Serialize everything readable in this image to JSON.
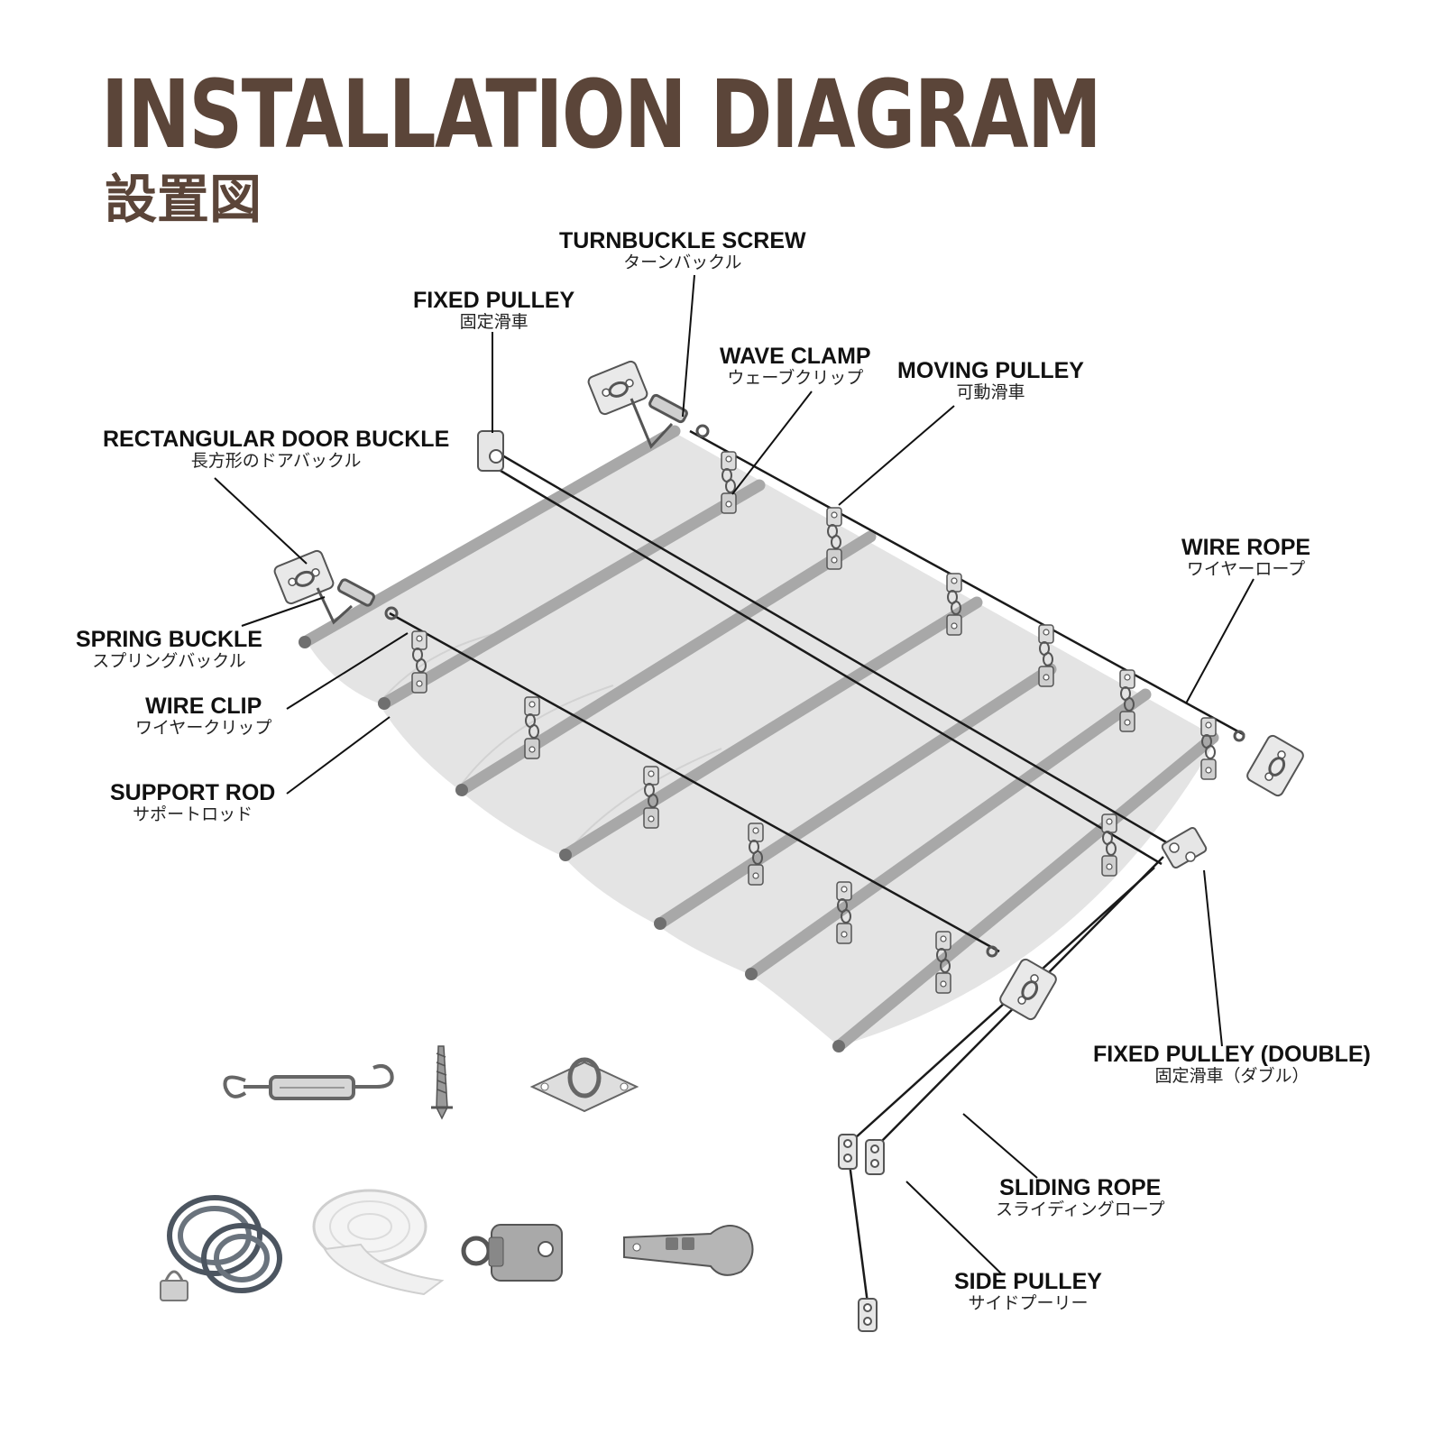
{
  "title": "INSTALLATION DIAGRAM",
  "subtitle": "設置図",
  "labels": {
    "turnbuckle_screw": {
      "en": "TURNBUCKLE SCREW",
      "jp": "ターンバックル"
    },
    "fixed_pulley": {
      "en": "FIXED PULLEY",
      "jp": "固定滑車"
    },
    "wave_clamp": {
      "en": "WAVE CLAMP",
      "jp": "ウェーブクリップ"
    },
    "moving_pulley": {
      "en": "MOVING PULLEY",
      "jp": "可動滑車"
    },
    "rectangular_door_buckle": {
      "en": "RECTANGULAR DOOR BUCKLE",
      "jp": "長方形のドアバックル"
    },
    "wire_rope": {
      "en": "WIRE ROPE",
      "jp": "ワイヤーロープ"
    },
    "spring_buckle": {
      "en": "SPRING BUCKLE",
      "jp": "スプリングバックル"
    },
    "wire_clip": {
      "en": "WIRE CLIP",
      "jp": "ワイヤークリップ"
    },
    "support_rod": {
      "en": "SUPPORT ROD",
      "jp": "サポートロッド"
    },
    "fixed_pulley_double": {
      "en": "FIXED PULLEY (DOUBLE)",
      "jp": "固定滑車（ダブル）"
    },
    "sliding_rope": {
      "en": "SLIDING ROPE",
      "jp": "スライディングロープ"
    },
    "side_pulley": {
      "en": "SIDE PULLEY",
      "jp": "サイドプーリー"
    }
  },
  "colors": {
    "title": "#5b4539",
    "canopy": "#e4e4e4",
    "rod": "#a8a8a8",
    "rod_end": "#6f6f6f",
    "wire": "#1a1a1a",
    "metal": "#d0d0d0"
  },
  "parts_icons": [
    "turnbuckle-icon",
    "screw-icon",
    "pad-eye-plate-icon",
    "wire-rope-coil-icon",
    "sliding-rope-roll-icon",
    "swivel-pulley-icon",
    "pipe-clamp-icon"
  ]
}
